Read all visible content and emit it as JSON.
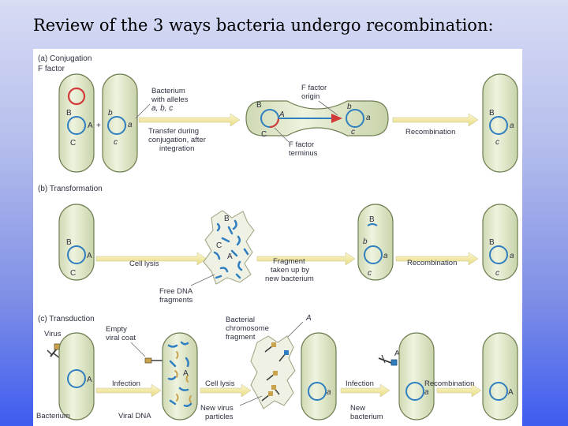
{
  "slide": {
    "title": "Review of the 3 ways bacteria undergo recombination:"
  },
  "colors": {
    "chromosome": "#2f7fc0",
    "f_factor": "#d23a3a",
    "cell_fill": "#e3ebcf",
    "arrow": "#f2e9a0"
  },
  "conjugation": {
    "header": "(a)  Conjugation",
    "f_factor_label": "F factor",
    "bacterium_label_1": "Bacterium",
    "bacterium_label_2": "with alleles",
    "bacterium_label_3": "a, b, c",
    "transfer_label_1": "Transfer during",
    "transfer_label_2": "conjugation, after",
    "transfer_label_3": "integration",
    "origin_label_1": "F factor",
    "origin_label_2": "origin",
    "terminus_label_1": "F factor",
    "terminus_label_2": "terminus",
    "recombination_label": "Recombination"
  },
  "transformation": {
    "header": "(b)  Transformation",
    "cell_lysis_label": "Cell lysis",
    "fragment_label_1": "Fragment",
    "fragment_label_2": "taken up by",
    "fragment_label_3": "new bacterium",
    "free_dna_label_1": "Free DNA",
    "free_dna_label_2": "fragments",
    "recombination_label": "Recombination"
  },
  "transduction": {
    "header": "(c)  Transduction",
    "virus_label": "Virus",
    "empty_coat_label_1": "Empty",
    "empty_coat_label_2": "viral coat",
    "bact_chrom_label_1": "Bacterial",
    "bact_chrom_label_2": "chromosome",
    "bact_chrom_label_3": "fragment",
    "infection_label_1": "Infection",
    "cell_lysis_label": "Cell lysis",
    "new_virus_label_1": "New virus",
    "new_virus_label_2": "particles",
    "infection_label_2": "Infection",
    "new_bacterium_label_1": "New",
    "new_bacterium_label_2": "bacterium",
    "recombination_label": "Recombination",
    "bacterium_label": "Bacterium",
    "viral_dna_label": "Viral DNA"
  },
  "alleles": {
    "upper_A": "A",
    "upper_B": "B",
    "upper_C": "C",
    "lower_a": "a",
    "lower_b": "b",
    "lower_c": "c"
  }
}
